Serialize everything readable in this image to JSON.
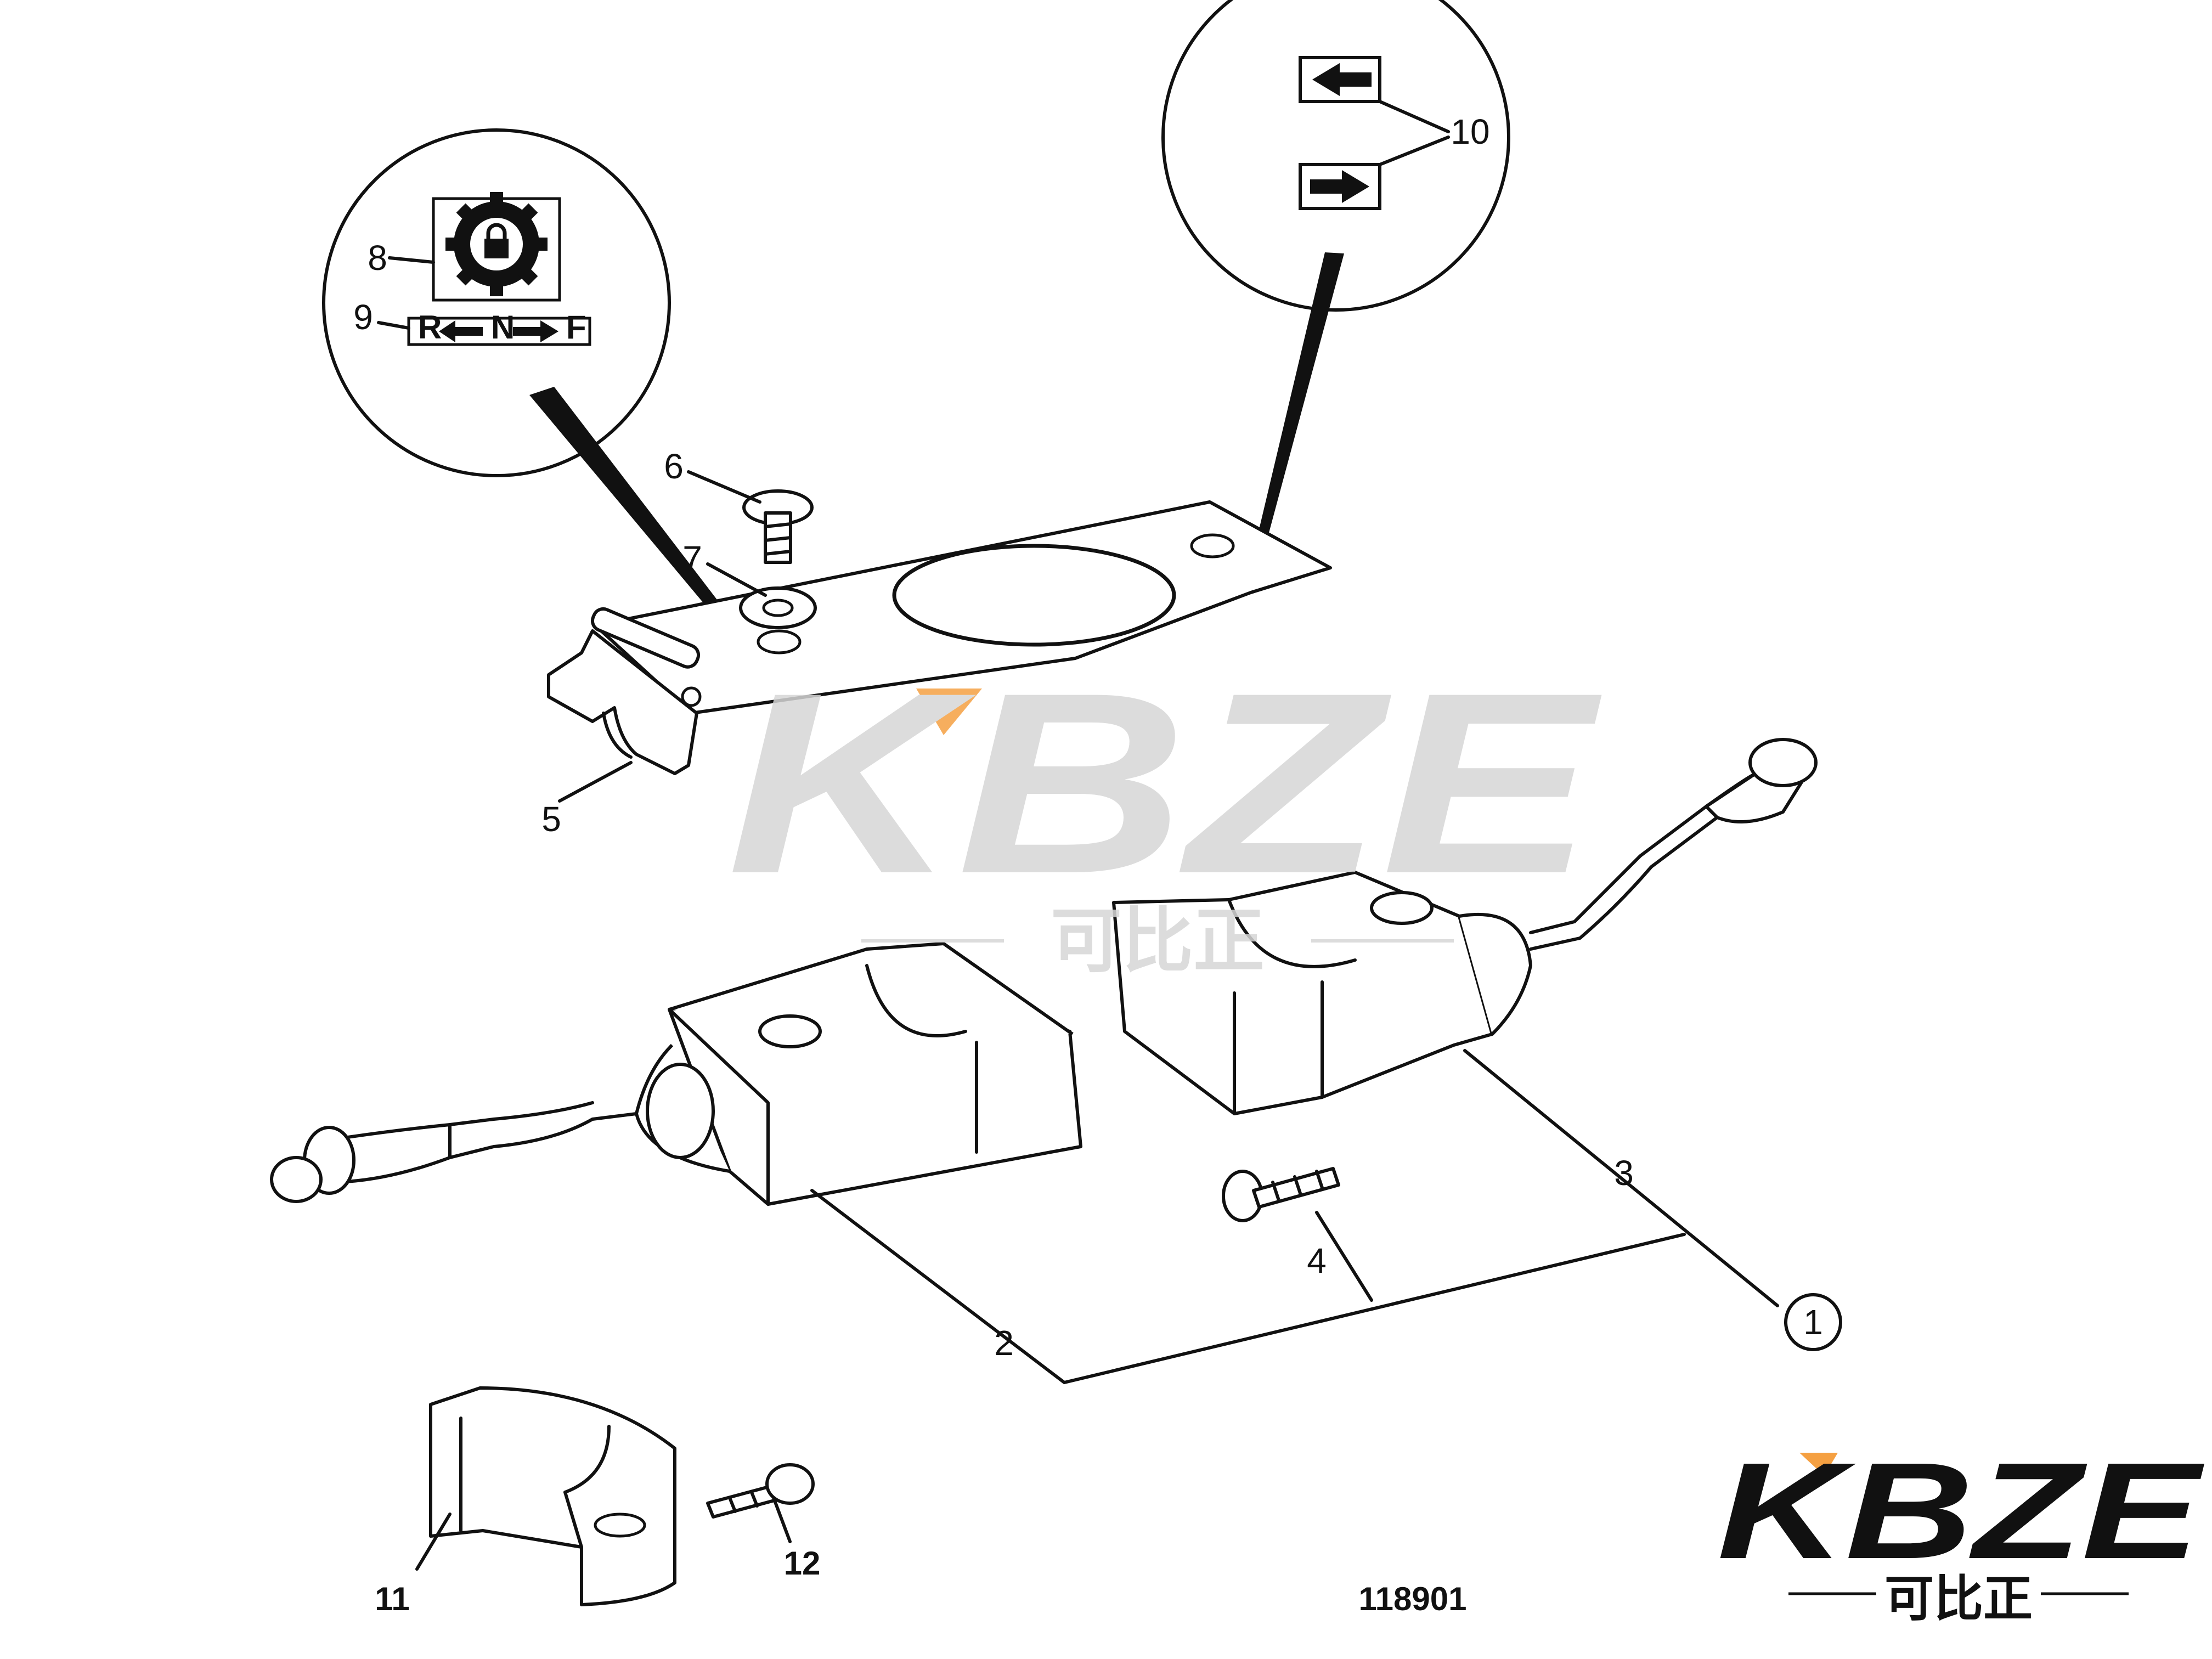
{
  "diagram": {
    "callouts": [
      "1",
      "2",
      "3",
      "4",
      "5",
      "6",
      "7",
      "8",
      "9",
      "10",
      "11",
      "12"
    ],
    "figure_number": "118901",
    "direction_decal": {
      "left": "R",
      "center": "N",
      "right": "F"
    }
  },
  "watermark": {
    "brand": "KBZE",
    "tagline": "可比正"
  },
  "logo": {
    "brand": "KBZE",
    "tagline": "可比正"
  },
  "colors": {
    "ink": "#111111",
    "watermark_gray": "#d6d6d6",
    "accent_orange": "#f5a042"
  }
}
